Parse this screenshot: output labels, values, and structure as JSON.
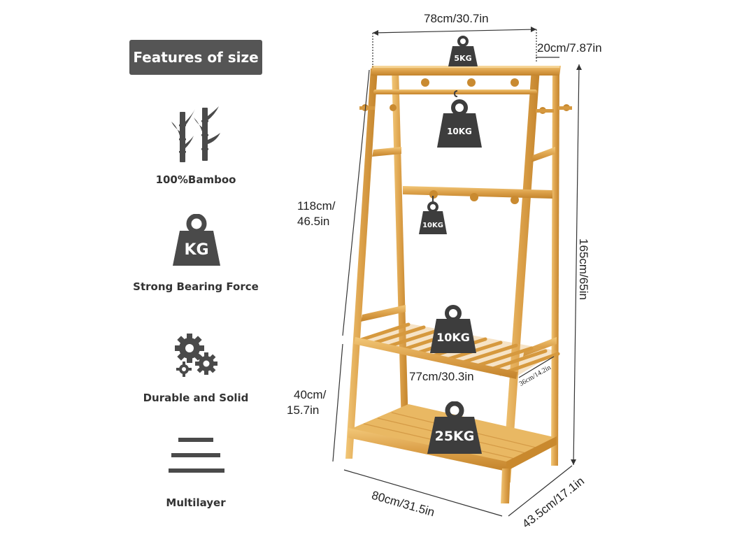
{
  "header": {
    "title": "Features of size"
  },
  "features": [
    {
      "icon": "bamboo-icon",
      "label": "100%Bamboo"
    },
    {
      "icon": "weight-kg-icon",
      "label": "Strong Bearing Force",
      "icon_text": "KG"
    },
    {
      "icon": "gears-icon",
      "label": "Durable and Solid"
    },
    {
      "icon": "layers-icon",
      "label": "Multilayer"
    }
  ],
  "dimensions": {
    "top_width": "78cm/30.7in",
    "top_depth": "20cm/7.87in",
    "upper_height_line1": "118cm/",
    "upper_height_line2": "46.5in",
    "total_height": "165cm/65in",
    "shelf_width": "77cm/30.3in",
    "shelf_depth": "36cm/14.2in",
    "lower_height_line1": "40cm/",
    "lower_height_line2": "15.7in",
    "base_width": "80cm/31.5in",
    "base_depth": "43.5cm/17.1in"
  },
  "weights": {
    "top_shelf": "5KG",
    "hanging_rod": "10KG",
    "middle_hooks": "10KG",
    "slatted_shelf": "10KG",
    "bottom_shelf": "25KG"
  },
  "colors": {
    "badge": "#555555",
    "icon": "#4a4a4a",
    "bamboo_light": "#e8b45c",
    "bamboo_mid": "#d89a3a",
    "bamboo_dark": "#b97a22",
    "weight": "#3d3d3d"
  }
}
